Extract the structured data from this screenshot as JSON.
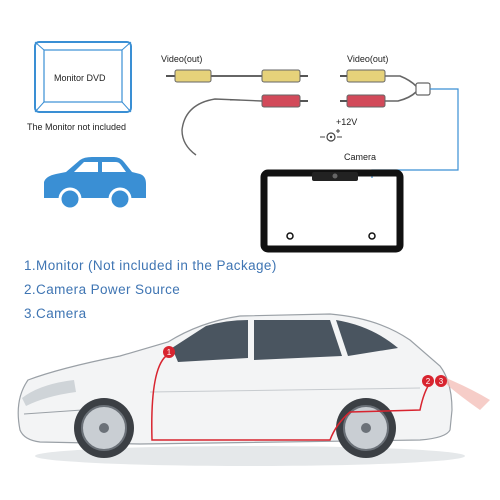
{
  "monitor": {
    "screen_text": "Monitor DVD",
    "caption": "The Monitor not included"
  },
  "connectors": {
    "video_out_left": "Video(out)",
    "video_out_right": "Video(out)",
    "power_label": "+12V",
    "camera_label": "Camera"
  },
  "legend": {
    "items": [
      {
        "number": "1",
        "text": "1.Monitor (Not included in the Package)"
      },
      {
        "number": "2",
        "text": "2.Camera Power Source"
      },
      {
        "number": "3",
        "text": "3.Camera"
      }
    ]
  },
  "car_markers": [
    "1",
    "2",
    "3"
  ],
  "colors": {
    "accent_blue": "#3f75b3",
    "icon_blue": "#3a8fd4",
    "yellow_plug": "#e6d27a",
    "red_plug": "#d24a5a",
    "marker_red": "#d8242f"
  },
  "icons": [
    "monitor-icon",
    "car-icon",
    "license-plate-camera-icon",
    "dc-power-icon"
  ]
}
